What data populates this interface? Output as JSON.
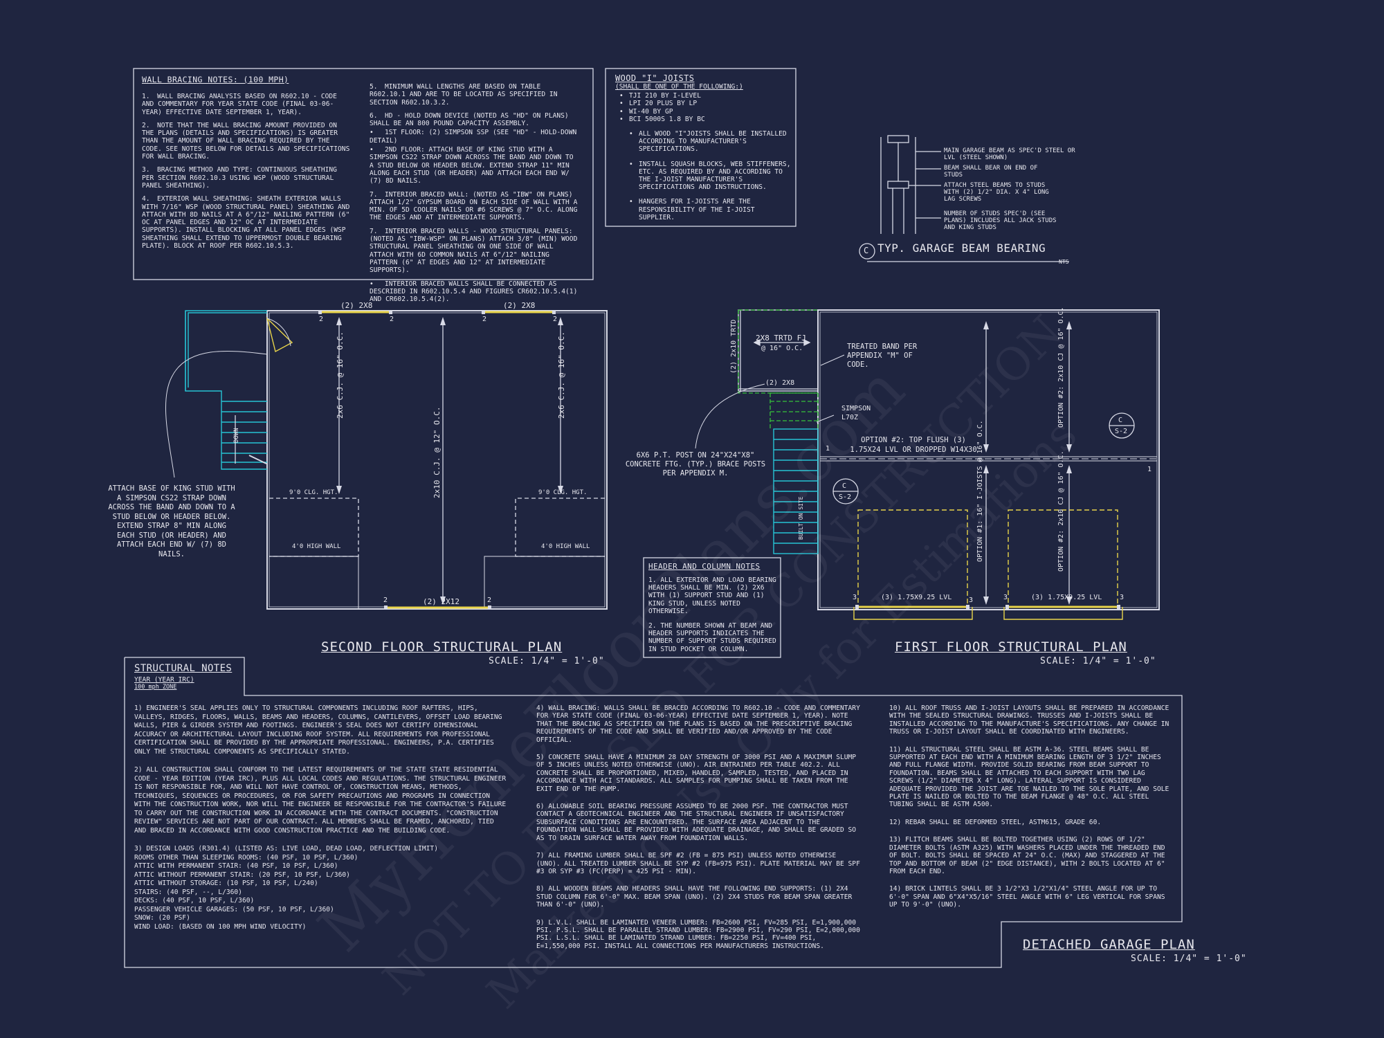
{
  "wall_bracing": {
    "title": "WALL BRACING NOTES: (100 MPH)",
    "left": [
      {
        "n": "1.",
        "t": "WALL BRACING ANALYSIS BASED ON R602.10 - CODE AND COMMENTARY FOR YEAR STATE CODE (FINAL 03-06-YEAR) EFFECTIVE DATE SEPTEMBER 1, YEAR)."
      },
      {
        "n": "2.",
        "t": "NOTE THAT THE WALL BRACING AMOUNT PROVIDED ON THE PLANS (DETAILS AND SPECIFICATIONS) IS GREATER THAN THE AMOUNT OF WALL BRACING REQUIRED BY THE CODE. SEE NOTES BELOW FOR DETAILS AND SPECIFICATIONS FOR WALL BRACING."
      },
      {
        "n": "3.",
        "t": "BRACING METHOD AND TYPE: CONTINUOUS SHEATHING PER SECTION R602.10.3 USING WSP (WOOD STRUCTURAL PANEL SHEATHING)."
      },
      {
        "n": "4.",
        "t": "EXTERIOR WALL SHEATHING: SHEATH EXTERIOR WALLS WITH 7/16\" WSP (WOOD STRUCTURAL PANEL) SHEATHING AND ATTACH WITH 8d NAILS AT A 6\"/12\" NAILING PATTERN (6\" OC AT PANEL EDGES AND 12\" OC AT INTERMEDIATE SUPPORTS). INSTALL BLOCKING AT ALL PANEL EDGES (WSP SHEATHING SHALL EXTEND TO UPPERMOST DOUBLE BEARING PLATE). BLOCK AT ROOF PER R602.10.5.3."
      }
    ],
    "right": [
      {
        "n": "5.",
        "t": "MINIMUM WALL LENGTHS ARE BASED ON TABLE R602.10.1 AND ARE TO BE LOCATED AS SPECIFIED IN SECTION R602.10.3.2."
      },
      {
        "n": "6.",
        "t": "HD - HOLD DOWN DEVICE (NOTED AS \"HD\" ON PLANS) SHALL BE AN 800 POUND CAPACITY ASSEMBLY."
      },
      {
        "n": "•",
        "t": "1ST FLOOR: (2) SIMPSON SSP (SEE \"HD\" - HOLD-DOWN DETAIL)"
      },
      {
        "n": "•",
        "t": "2ND FLOOR: ATTACH BASE OF KING STUD WITH A SIMPSON CS22 STRAP DOWN ACROSS THE BAND AND DOWN TO A STUD BELOW OR HEADER BELOW. EXTEND STRAP 11\" MIN ALONG EACH STUD (OR HEADER) AND ATTACH EACH END W/ (7) 8d NAILS."
      },
      {
        "n": "7.",
        "t": "INTERIOR BRACED WALL: (NOTED AS \"IBW\" ON PLANS) ATTACH 1/2\" GYPSUM BOARD ON EACH SIDE OF WALL WITH A MIN. OF 5d COOLER NAILS OR #6 SCREWS @ 7\" O.C. ALONG THE EDGES AND AT INTERMEDIATE SUPPORTS."
      },
      {
        "n": "7.",
        "t": "INTERIOR BRACED WALLS - WOOD STRUCTURAL PANELS: (NOTED AS \"IBW-WSP\" ON PLANS) ATTACH 3/8\" (MIN) WOOD STRUCTURAL PANEL SHEATHING ON ONE SIDE OF WALL ATTACH WITH 6d COMMON NAILS AT 6\"/12\" NAILING PATTERN (6\" AT EDGES AND 12\" AT INTERMEDIATE SUPPORTS)."
      },
      {
        "n": "•",
        "t": "INTERIOR BRACED WALLS SHALL BE CONNECTED AS DESCRIBED IN R602.10.5.4 AND FIGURES CR602.10.5.4(1) AND CR602.10.5.4(2)."
      }
    ]
  },
  "wood_joists": {
    "title": "WOOD \"I\" JOISTS",
    "subtitle": "(SHALL BE ONE OF THE FOLLOWING:)",
    "brands": [
      "TJI 210 BY I-LEVEL",
      "LPI 20 PLUS BY LP",
      "WI-40 BY GP",
      "BCI 5000s 1.8 BY BC"
    ],
    "notes": [
      "ALL WOOD \"I\"JOISTS SHALL BE INSTALLED ACCORDING TO MANUFACTURER'S SPECIFICATIONS.",
      "INSTALL SQUASH BLOCKS, WEB STIFFENERS, ETC. AS REQUIRED BY AND ACCORDING TO THE I-JOIST MANUFACTURER'S SPECIFICATIONS AND INSTRUCTIONS.",
      "HANGERS FOR I-JOISTS ARE THE RESPONSIBILITY OF THE I-JOIST SUPPLIER."
    ]
  },
  "beam_detail": {
    "callouts": [
      "MAIN GARAGE BEAM AS SPEC'D STEEL OR LVL (STEEL SHOWN)",
      "BEAM SHALL BEAR ON END OF STUDS",
      "ATTACH STEEL BEAMS TO STUDS WITH (2) 1/2\" DIA. x 4\" LONG LAG SCREWS",
      "NUMBER OF STUDS SPEC'D (SEE PLANS) INCLUDES ALL JACK STUDS AND KING STUDS"
    ],
    "tag": "C",
    "title": "TYP. GARAGE BEAM BEARING",
    "scale": "NTS"
  },
  "second_floor": {
    "title": "SECOND FLOOR STRUCTURAL PLAN",
    "scale": "SCALE: 1/4\" = 1'-0\"",
    "header1": "(2) 2x8",
    "header2": "(2) 2x8",
    "header3": "(2) 2x12",
    "joist_left": "2x6 C.J. @ 16\" O.C.",
    "joist_mid": "2x10 C.J. @ 12\" O.C.",
    "joist_right": "2x6 C.J. @ 16\" O.C.",
    "clg_left": "9'0 CLG. HGT.",
    "clg_right": "9'0 CLG. HGT.",
    "wall_left": "4'0 HIGH WALL",
    "wall_right": "4'0 HIGH WALL",
    "stair": "DOWN",
    "stud_count": "2",
    "callout": "ATTACH BASE OF KING STUD WITH A SIMPSON CS22 STRAP DOWN ACROSS THE BAND AND DOWN TO A STUD BELOW OR HEADER BELOW. EXTEND STRAP 8\" MIN ALONG EACH STUD (OR HEADER) AND ATTACH EACH END W/ (7) 8d NAILS."
  },
  "first_floor": {
    "title": "FIRST FLOOR STRUCTURAL PLAN",
    "scale": "SCALE: 1/4\" = 1'-0\"",
    "trtd_vert": "(2) 2x10 TRTD",
    "trtd_fj": "2x8 TRTD FJ",
    "trtd_oc": "@ 16\" O.C.",
    "band_hdr": "(2) 2x8",
    "treated_band": "TREATED BAND PER APPENDIX \"M\" OF CODE.",
    "simpson": "SIMPSON L70Z",
    "post": "6x6 P.T. POST ON 24\"x24\"x8\" CONCRETE FTG. (TYP.) BRACE POSTS PER APPENDIX M.",
    "option2": "OPTION #2: TOP FLUSH (3) 1.75x24 LVL OR DROPPED W14x30",
    "option_top": "OPTION #2: 2x10 CJ @ 16\" O.C.",
    "option_left": "OPTION #1: 16\" I-JOISTS @ 16\" O.C.",
    "option_right": "OPTION #2: 2x10 CJ @ 16\" O.C.",
    "lvl_left": "(3) 1.75x9.25 LVL",
    "lvl_right": "(3) 1.75x9.25 LVL",
    "stair_note": "BUILT ON SITE",
    "tag": "C",
    "sheet": "S-2",
    "n1": "1",
    "n3": "3"
  },
  "header_notes": {
    "title": "HEADER AND COLUMN NOTES",
    "items": [
      "1. ALL EXTERIOR AND LOAD BEARING HEADERS SHALL BE MIN. (2) 2x6 WITH (1) SUPPORT STUD AND (1) KING STUD, UNLESS NOTED OTHERWISE.",
      "2. THE NUMBER SHOWN AT BEAM AND HEADER SUPPORTS INDICATES THE NUMBER OF SUPPORT STUDS REQUIRED IN STUD POCKET OR COLUMN."
    ]
  },
  "structural_notes": {
    "title": "STRUCTURAL NOTES",
    "sub1": "YEAR (YEAR IRC)",
    "sub2": "100 mph ZONE",
    "col1": [
      "1) ENGINEER'S SEAL APPLIES ONLY TO STRUCTURAL COMPONENTS INCLUDING ROOF RAFTERS, HIPS, VALLEYS, RIDGES, FLOORS, WALLS, BEAMS AND HEADERS, COLUMNS, CANTILEVERS, OFFSET LOAD BEARING WALLS, PIER & GIRDER SYSTEM AND FOOTINGS. ENGINEER'S SEAL DOES NOT CERTIFY DIMENSIONAL ACCURACY OR ARCHITECTURAL LAYOUT INCLUDING ROOF SYSTEM. ALL REQUIREMENTS FOR PROFESSIONAL CERTIFICATION SHALL BE PROVIDED BY THE APPROPRIATE PROFESSIONAL. ENGINEERS, P.A. CERTIFIES ONLY THE STRUCTURAL COMPONENTS AS SPECIFICALLY STATED.",
      "2) ALL CONSTRUCTION SHALL CONFORM TO THE LATEST REQUIREMENTS OF THE STATE STATE RESIDENTIAL CODE - YEAR EDITION (YEAR IRC), PLUS ALL LOCAL CODES AND REGULATIONS. THE STRUCTURAL ENGINEER IS NOT RESPONSIBLE FOR, AND WILL NOT HAVE CONTROL OF, CONSTRUCTION MEANS, METHODS, TECHNIQUES, SEQUENCES OR PROCEDURES, OR FOR SAFETY PRECAUTIONS AND PROGRAMS IN CONNECTION WITH THE CONSTRUCTION WORK, NOR WILL THE ENGINEER BE RESPONSIBLE FOR THE CONTRACTOR'S FAILURE TO CARRY OUT THE CONSTRUCTION WORK IN ACCORDANCE WITH THE CONTRACT DOCUMENTS. \"CONSTRUCTION REVIEW\" SERVICES ARE NOT PART OF OUR CONTRACT. ALL MEMBERS SHALL BE FRAMED, ANCHORED, TIED AND BRACED IN ACCORDANCE WITH GOOD CONSTRUCTION PRACTICE AND THE BUILDING CODE."
    ],
    "loads_head": "3) DESIGN LOADS (R301.4) (LISTED AS: LIVE LOAD, DEAD LOAD, DEFLECTION LIMIT)",
    "loads": [
      "ROOMS OTHER THAN SLEEPING ROOMS: (40 PSF, 10 PSF, L/360)",
      "ATTIC WITH PERMANENT STAIR: (40 PSF, 10 PSF, L/360)",
      "ATTIC WITHOUT PERMANENT STAIR: (20 PSF, 10 PSF, L/360)",
      "ATTIC WITHOUT STORAGE: (10 PSF, 10 PSF, L/240)",
      "STAIRS: (40 PSF, --, L/360)",
      "DECKS: (40 PSF, 10 PSF, L/360)",
      "PASSENGER VEHICLE GARAGES: (50 PSF, 10 PSF, L/360)",
      "SNOW: (20 PSF)",
      "WIND LOAD: (BASED ON 100 MPH WIND VELOCITY)"
    ],
    "col2": [
      "4) WALL BRACING: WALLS SHALL BE BRACED ACCORDING TO R602.10 - CODE AND COMMENTARY FOR YEAR STATE CODE (FINAL 03-06-YEAR) EFFECTIVE DATE SEPTEMBER 1, YEAR). NOTE THAT THE BRACING AS SPECIFIED ON THE PLANS IS BASED ON THE PRESCRIPTIVE BRACING REQUIREMENTS OF THE CODE AND SHALL BE VERIFIED AND/OR APPROVED BY THE CODE OFFICIAL.",
      "5) CONCRETE SHALL HAVE A MINIMUM 28 DAY STRENGTH OF 3000 PSI AND A MAXIMUM SLUMP OF 5 INCHES UNLESS NOTED OTHERWISE (UNO). AIR ENTRAINED PER TABLE 402.2. ALL CONCRETE SHALL BE PROPORTIONED, MIXED, HANDLED, SAMPLED, TESTED, AND PLACED IN ACCORDANCE WITH ACI STANDARDS. ALL SAMPLES FOR PUMPING SHALL BE TAKEN FROM THE EXIT END OF THE PUMP.",
      "6) ALLOWABLE SOIL BEARING PRESSURE ASSUMED TO BE 2000 PSF. THE CONTRACTOR MUST CONTACT A GEOTECHNICAL ENGINEER AND THE STRUCTURAL ENGINEER IF UNSATISFACTORY SUBSURFACE CONDITIONS ARE ENCOUNTERED. THE SURFACE AREA ADJACENT TO THE FOUNDATION WALL SHALL BE PROVIDED WITH ADEQUATE DRAINAGE, AND SHALL BE GRADED SO AS TO DRAIN SURFACE WATER AWAY FROM FOUNDATION WALLS.",
      "7) ALL FRAMING LUMBER SHALL BE SPF #2 (Fb = 875 PSI) UNLESS NOTED OTHERWISE (UNO). ALL TREATED LUMBER SHALL BE SYP #2 (Fb=975 PSI). PLATE MATERIAL MAY BE SPF #3 OR SYP #3 (Fc(perp) = 425 PSI - MIN).",
      "8) ALL WOODEN BEAMS AND HEADERS SHALL HAVE THE FOLLOWING END SUPPORTS: (1) 2x4 STUD COLUMN FOR 6'-0\" MAX. BEAM SPAN (UNO). (2) 2x4 STUDS FOR BEAM SPAN GREATER THAN 6'-0\" (UNO).",
      "9) L.V.L. SHALL BE LAMINATED VENEER LUMBER: Fb=2600 PSI, Fv=285 PSI, E=1,900,000 PSI. P.S.L. SHALL BE PARALLEL STRAND LUMBER: Fb=2900 PSI, Fv=290 PSI, E=2,000,000 PSI. L.S.L. SHALL BE LAMINATED STRAND LUMBER: Fb=2250 PSI, Fv=400 PSI, E=1,550,000 PSI. INSTALL ALL CONNECTIONS PER MANUFACTURERS INSTRUCTIONS."
    ],
    "col3": [
      "10) ALL ROOF TRUSS AND I-JOIST LAYOUTS SHALL BE PREPARED IN ACCORDANCE WITH THE SEALED STRUCTURAL DRAWINGS. TRUSSES AND I-JOISTS SHALL BE INSTALLED ACCORDING TO THE MANUFACTURE'S SPECIFICATIONS. ANY CHANGE IN TRUSS OR I-JOIST LAYOUT SHALL BE COORDINATED WITH ENGINEERS.",
      "11) ALL STRUCTURAL STEEL SHALL BE ASTM A-36. STEEL BEAMS SHALL BE SUPPORTED AT EACH END WITH A MINIMUM BEARING LENGTH OF 3 1/2\" INCHES AND FULL FLANGE WIDTH. PROVIDE SOLID BEARING FROM BEAM SUPPORT TO FOUNDATION. BEAMS SHALL BE ATTACHED TO EACH SUPPORT WITH TWO LAG SCREWS (1/2\" DIAMETER x 4\" LONG). LATERAL SUPPORT IS CONSIDERED ADEQUATE PROVIDED THE JOIST ARE TOE NAILED TO THE SOLE PLATE, AND SOLE PLATE IS NAILED OR BOLTED TO THE BEAM FLANGE @ 48\" O.C. ALL STEEL TUBING SHALL BE ASTM A500.",
      "12) REBAR SHALL BE DEFORMED STEEL, ASTM615, GRADE 60.",
      "13) FLITCH BEAMS SHALL BE BOLTED TOGETHER USING (2) ROWS OF 1/2\" DIAMETER BOLTS (ASTM A325) WITH WASHERS PLACED UNDER THE THREADED END OF BOLT. BOLTS SHALL BE SPACED AT 24\" O.C. (MAX) AND STAGGERED AT THE TOP AND BOTTOM OF BEAM (2\" EDGE DISTANCE), WITH 2 BOLTS LOCATED AT 6\" FROM EACH END.",
      "14) BRICK LINTELS SHALL BE 3 1/2\"x3 1/2\"x1/4\" STEEL ANGLE FOR UP TO 6'-0\" SPAN AND 6\"x4\"x5/16\" STEEL ANGLE WITH 6\" LEG VERTICAL FOR SPANS UP TO 9'-0\" (UNO)."
    ]
  },
  "garage": {
    "title": "DETACHED GARAGE PLAN",
    "scale": "SCALE: 1/4\" = 1'-0\""
  },
  "watermark": {
    "line1": "MyHomeFloorPlans.com",
    "line2": "NOT TO BE USED FOR CONSTRUCTION",
    "line3": "Marketing Use Only for Estimations"
  }
}
